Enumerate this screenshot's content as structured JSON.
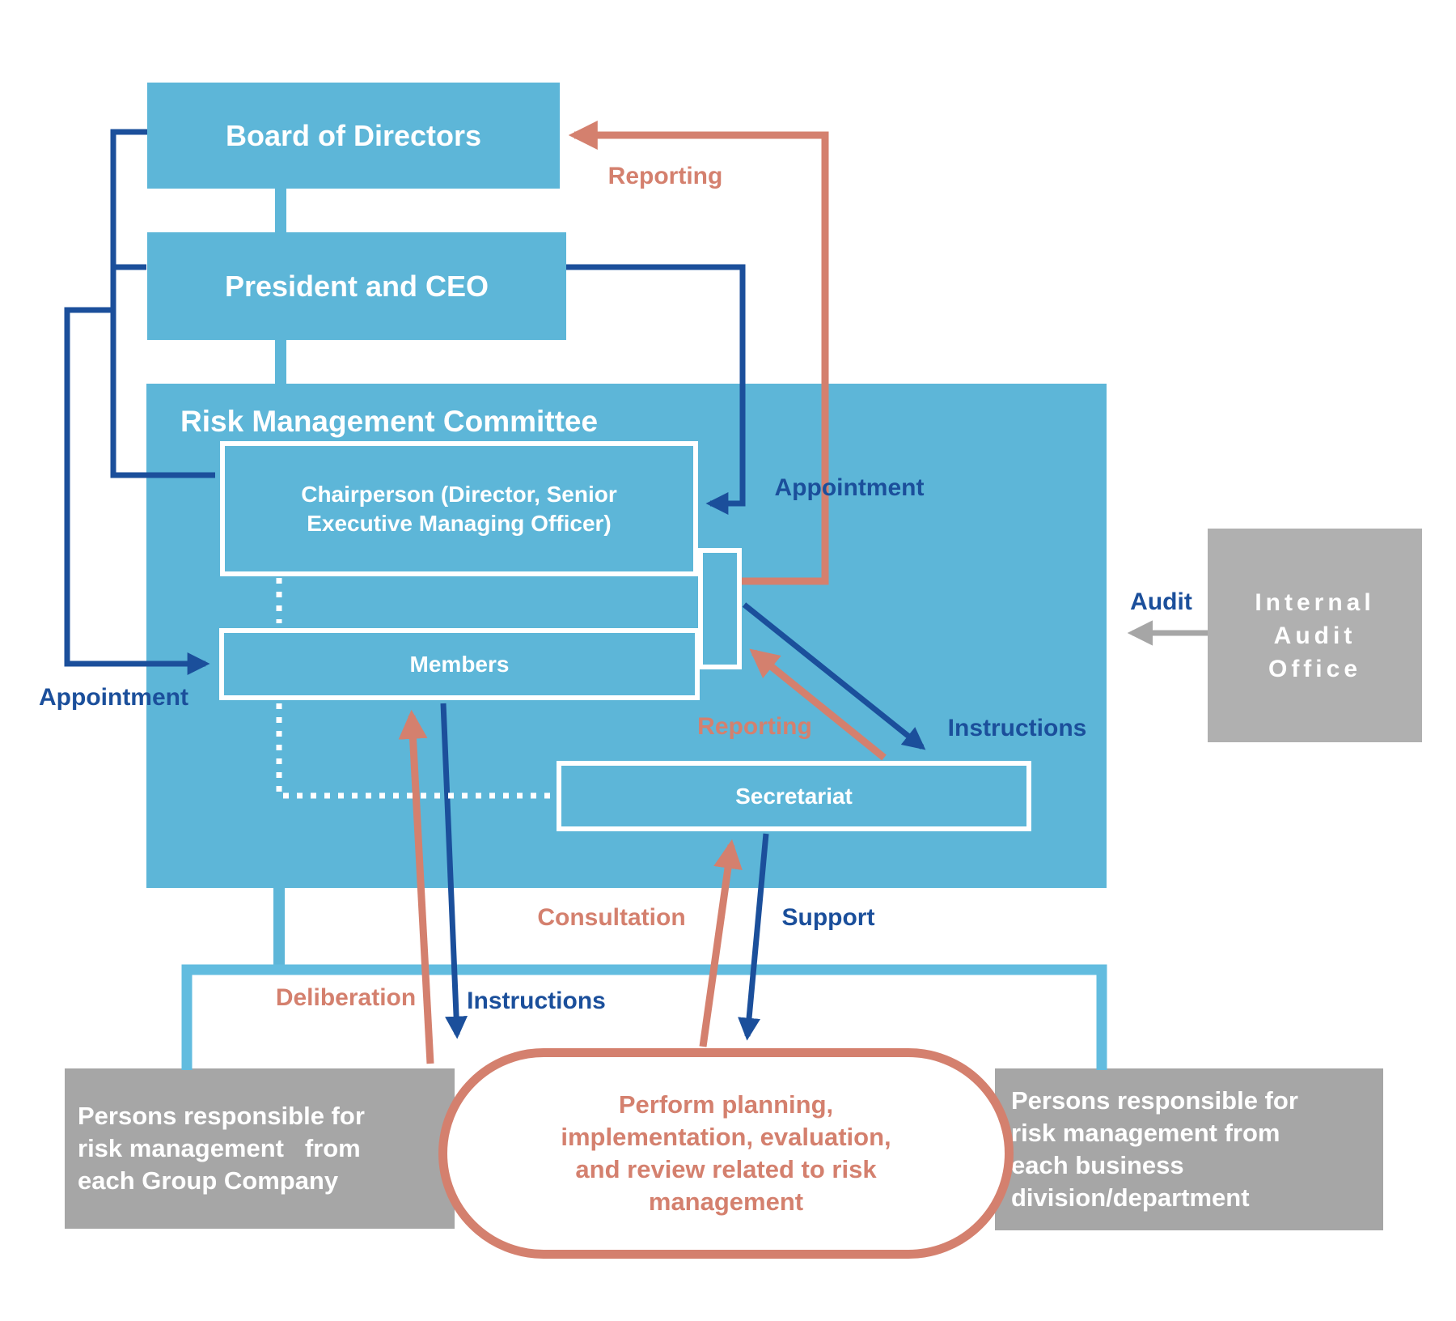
{
  "colors": {
    "box_blue": "#5db6d8",
    "bracket_blue": "#62bcdf",
    "line_dark_blue": "#1b4f9b",
    "line_salmon": "#d4806e",
    "box_gray": "#a6a6a6",
    "audit_gray": "#a6a6a6",
    "text_white": "#ffffff"
  },
  "boxes": {
    "board": "Board of Directors",
    "president": "President and CEO",
    "rmc_title": "Risk Management Committee",
    "chairperson_lines": [
      "Chairperson (Director, Senior",
      "Executive Managing Officer)"
    ],
    "members": "Members",
    "secretariat": "Secretariat",
    "internal_audit_lines": [
      "Internal",
      "Audit",
      "Office"
    ],
    "group_persons_lines": [
      "Persons responsible for",
      "risk management   from",
      "each Group Company"
    ],
    "division_persons_lines": [
      "Persons responsible for",
      "risk management from",
      "each business",
      "division/department"
    ],
    "pill_lines": [
      "Perform planning,",
      "implementation, evaluation,",
      "and review related to risk",
      "management"
    ]
  },
  "labels": {
    "reporting_top": "Reporting",
    "appointment_right": "Appointment",
    "audit": "Audit",
    "appointment_left": "Appointment",
    "reporting_mid": "Reporting",
    "instructions_mid": "Instructions",
    "consultation": "Consultation",
    "support": "Support",
    "deliberation": "Deliberation",
    "instructions_bottom": "Instructions"
  }
}
